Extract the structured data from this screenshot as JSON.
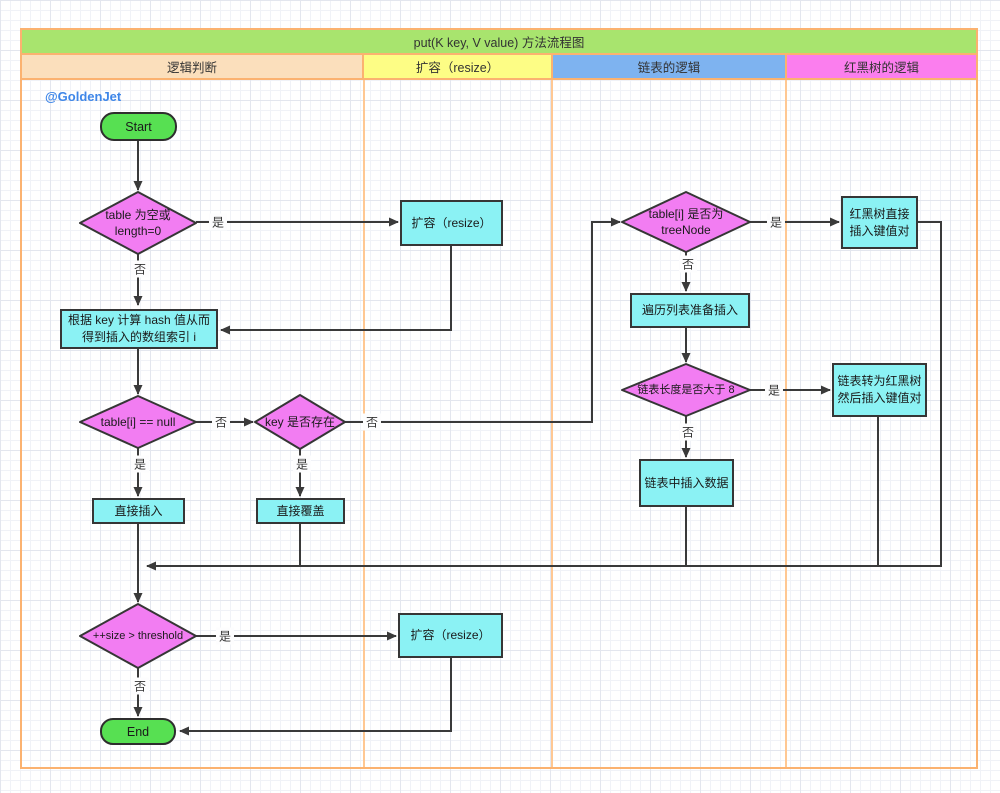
{
  "title": "put(K key, V value) 方法流程图",
  "watermark": "@GoldenJet",
  "lanes": [
    {
      "label": "逻辑判断",
      "color": "#fbdfbc"
    },
    {
      "label": "扩容（resize）",
      "color": "#fdfd85"
    },
    {
      "label": "链表的逻辑",
      "color": "#7eb3f0"
    },
    {
      "label": "红黑树的逻辑",
      "color": "#fb7eee"
    }
  ],
  "nodes": {
    "start": "Start",
    "end": "End",
    "d_table_empty_1": "table 为空或",
    "d_table_empty_2": "length=0",
    "resize_top": "扩容（resize）",
    "calc_hash_1": "根据 key 计算 hash 值从而",
    "calc_hash_2": "得到插入的数组索引 i",
    "d_table_null": "table[i] == null",
    "d_key_exists": "key 是否存在",
    "insert_direct": "直接插入",
    "overwrite": "直接覆盖",
    "d_is_treenode_1": "table[i] 是否为",
    "d_is_treenode_2": "treeNode",
    "rb_insert_1": "红黑树直接",
    "rb_insert_2": "插入键值对",
    "traverse_list": "遍历列表准备插入",
    "d_list_len": "链表长度是否大于 8",
    "to_rb_1": "链表转为红黑树",
    "to_rb_2": "然后插入键值对",
    "list_insert": "链表中插入数据",
    "d_size": "++size > threshold",
    "resize_bottom": "扩容（resize）"
  },
  "edge_labels": {
    "yes": "是",
    "no": "否"
  },
  "colors": {
    "title_bg": "#a8e46e",
    "diamond_fill": "#f27df2",
    "process_fill": "#8bf2f4",
    "terminal_fill": "#57e052",
    "lane_border": "#fbb270",
    "edge_line": "#3a3a3a",
    "watermark_text": "#3e86e8"
  }
}
